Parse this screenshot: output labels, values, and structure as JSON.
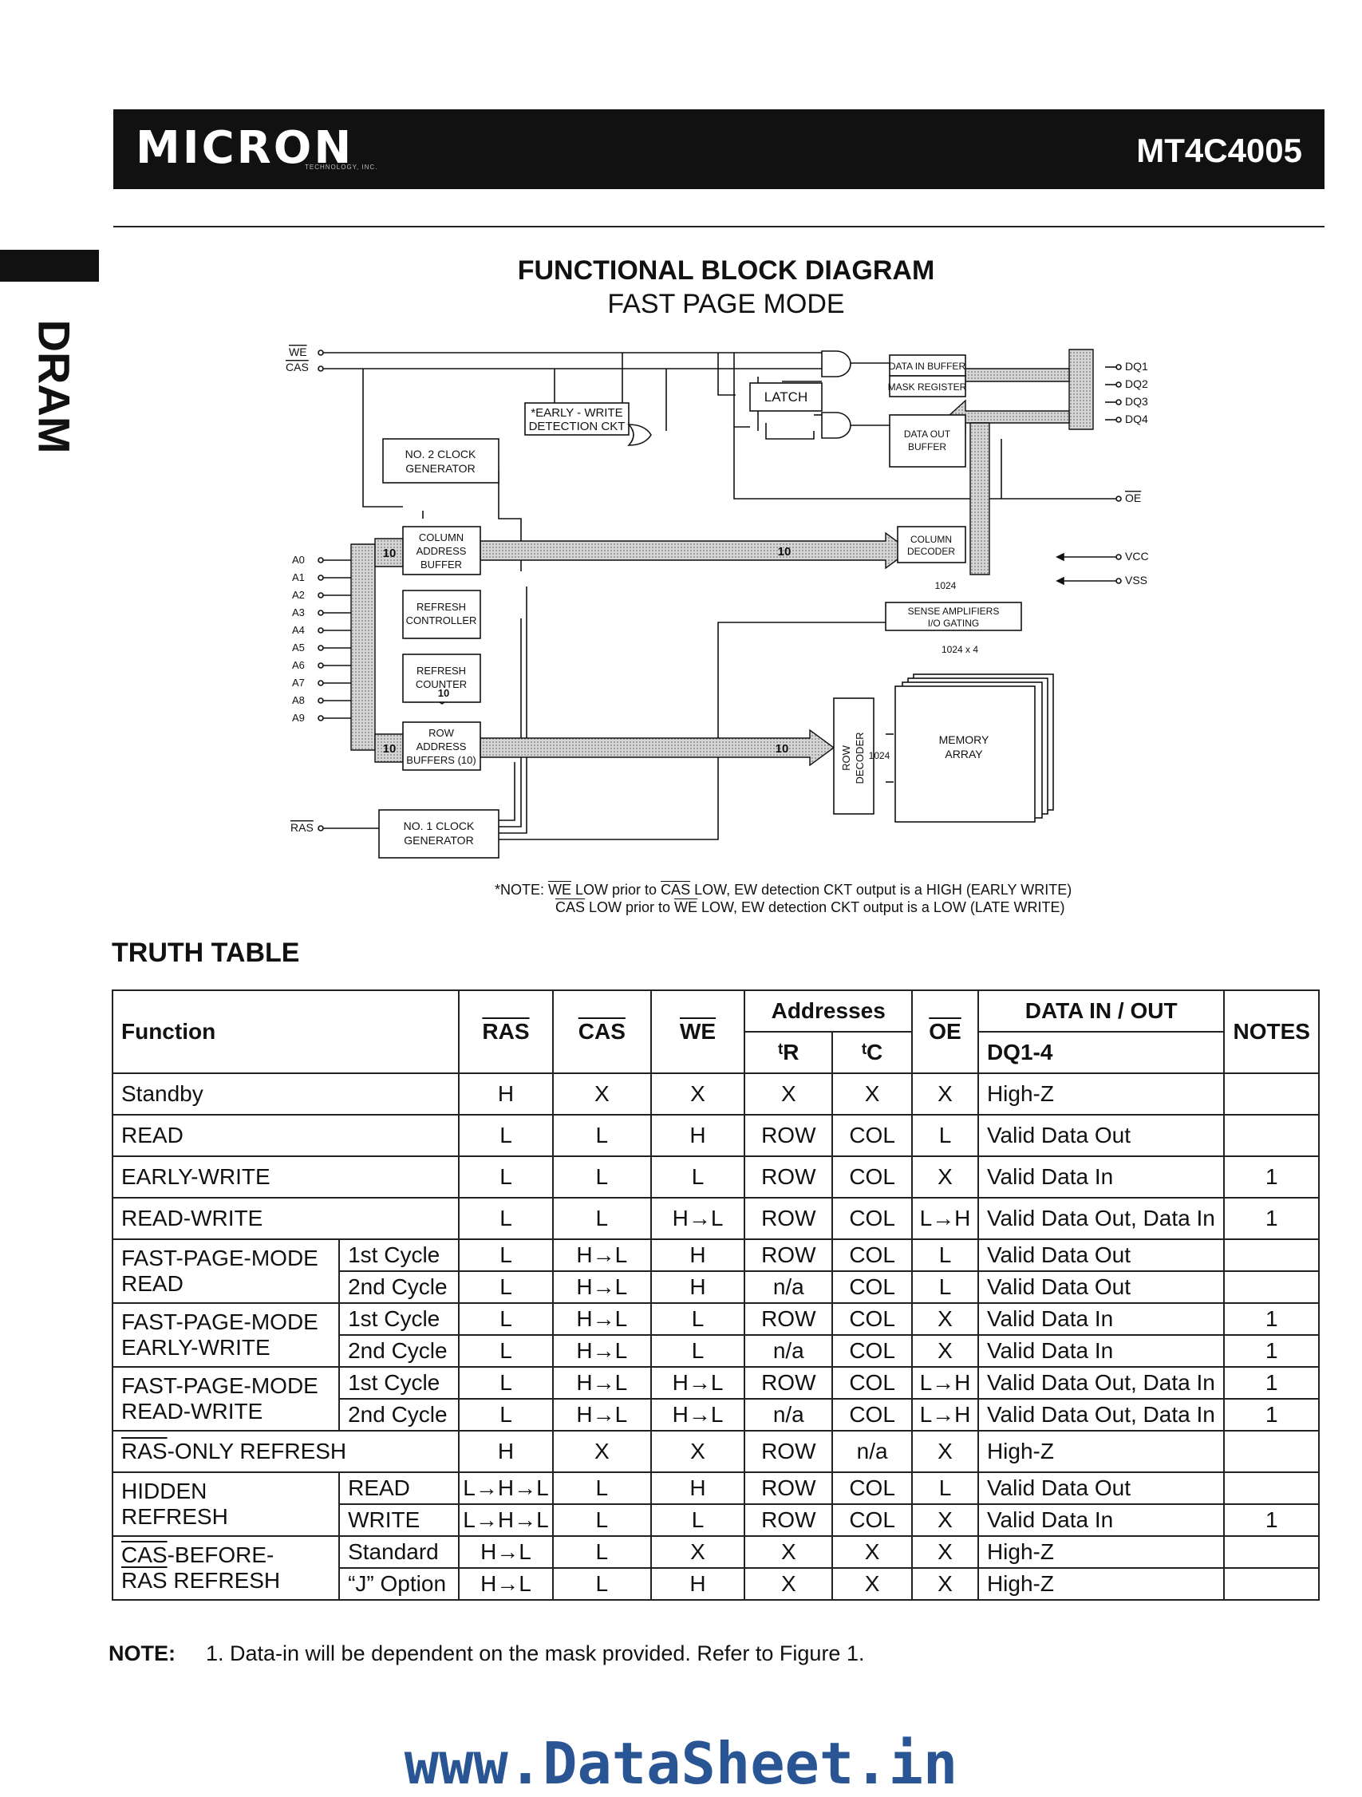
{
  "header": {
    "logo": "MICRON",
    "logo_sub": "TECHNOLOGY, INC.",
    "part_number": "MT4C4005"
  },
  "side_tab": "DRAM",
  "diagram": {
    "title": "FUNCTIONAL BLOCK DIAGRAM",
    "subtitle": "FAST PAGE MODE",
    "signals": {
      "we": "WE",
      "cas": "CAS",
      "ras": "RAS",
      "oe": "OE",
      "vcc": "VCC",
      "vss": "VSS"
    },
    "address_pins": [
      "A0",
      "A1",
      "A2",
      "A3",
      "A4",
      "A5",
      "A6",
      "A7",
      "A8",
      "A9"
    ],
    "dq_pins": [
      "DQ1",
      "DQ2",
      "DQ3",
      "DQ4"
    ],
    "blocks": {
      "data_in_buffer": "DATA IN BUFFER",
      "mask_register": "MASK REGISTER",
      "latch": "LATCH",
      "early_write": [
        "*EARLY - WRITE",
        "DETECTION CKT"
      ],
      "data_out_buffer": [
        "DATA OUT",
        "BUFFER"
      ],
      "no2_clock": [
        "NO. 2 CLOCK",
        "GENERATOR"
      ],
      "column_address_buffer": [
        "COLUMN",
        "ADDRESS",
        "BUFFER"
      ],
      "refresh_controller": [
        "REFRESH",
        "CONTROLLER"
      ],
      "refresh_counter": [
        "REFRESH",
        "COUNTER"
      ],
      "row_address_buffers": [
        "ROW",
        "ADDRESS",
        "BUFFERS (10)"
      ],
      "no1_clock": [
        "NO. 1 CLOCK",
        "GENERATOR"
      ],
      "column_decoder": [
        "COLUMN",
        "DECODER"
      ],
      "sense_amplifiers": [
        "SENSE AMPLIFIERS",
        "I/O GATING"
      ],
      "row_decoder": [
        "ROW",
        "DECODER"
      ],
      "memory_array": [
        "MEMORY",
        "ARRAY"
      ]
    },
    "bus_labels": {
      "bus10": "10",
      "col_1024": "1024",
      "col_1024x4": "1024 x 4",
      "row_1024": "1024"
    },
    "note_lead": "*NOTE:",
    "note_line1": [
      "WE",
      " LOW prior to ",
      "CAS",
      " LOW,  EW detection CKT output is a HIGH (EARLY WRITE)"
    ],
    "note_line2": [
      "CAS",
      " LOW prior to ",
      "WE",
      " LOW,  EW detection CKT output is a LOW (LATE WRITE)"
    ]
  },
  "truth_table": {
    "title": "TRUTH TABLE",
    "headers": {
      "function": "Function",
      "ras": "RAS",
      "cas": "CAS",
      "we": "WE",
      "addresses": "Addresses",
      "tr": "ᵗR",
      "tc": "ᵗC",
      "oe": "OE",
      "data": "DATA IN / OUT",
      "dq": "DQ1-4",
      "notes": "NOTES"
    },
    "rows": [
      {
        "f1": "Standby",
        "v": [
          "H",
          "X",
          "X",
          "X",
          "X",
          "X",
          "High-Z",
          ""
        ]
      },
      {
        "f1": "READ",
        "v": [
          "L",
          "L",
          "H",
          "ROW",
          "COL",
          "L",
          "Valid Data Out",
          ""
        ]
      },
      {
        "f1": "EARLY-WRITE",
        "v": [
          "L",
          "L",
          "L",
          "ROW",
          "COL",
          "X",
          "Valid Data In",
          "1"
        ]
      },
      {
        "f1": "READ-WRITE",
        "v": [
          "L",
          "L",
          "H→L",
          "ROW",
          "COL",
          "L→H",
          "Valid Data Out, Data In",
          "1"
        ]
      }
    ],
    "groups": [
      {
        "f1": "FAST-PAGE-MODE",
        "f2": "READ",
        "rows": [
          {
            "sub": "1st Cycle",
            "v": [
              "L",
              "H→L",
              "H",
              "ROW",
              "COL",
              "L",
              "Valid Data Out",
              ""
            ]
          },
          {
            "sub": "2nd Cycle",
            "v": [
              "L",
              "H→L",
              "H",
              "n/a",
              "COL",
              "L",
              "Valid Data Out",
              ""
            ]
          }
        ]
      },
      {
        "f1": "FAST-PAGE-MODE",
        "f2": "EARLY-WRITE",
        "rows": [
          {
            "sub": "1st Cycle",
            "v": [
              "L",
              "H→L",
              "L",
              "ROW",
              "COL",
              "X",
              "Valid Data In",
              "1"
            ]
          },
          {
            "sub": "2nd Cycle",
            "v": [
              "L",
              "H→L",
              "L",
              "n/a",
              "COL",
              "X",
              "Valid Data In",
              "1"
            ]
          }
        ]
      },
      {
        "f1": "FAST-PAGE-MODE",
        "f2": "READ-WRITE",
        "rows": [
          {
            "sub": "1st Cycle",
            "v": [
              "L",
              "H→L",
              "H→L",
              "ROW",
              "COL",
              "L→H",
              "Valid Data Out, Data In",
              "1"
            ]
          },
          {
            "sub": "2nd Cycle",
            "v": [
              "L",
              "H→L",
              "H→L",
              "n/a",
              "COL",
              "L→H",
              "Valid Data Out, Data In",
              "1"
            ]
          }
        ]
      }
    ],
    "ras_only": {
      "f1a": "RAS",
      "f1b": "-ONLY REFRESH",
      "v": [
        "H",
        "X",
        "X",
        "ROW",
        "n/a",
        "X",
        "High-Z",
        ""
      ]
    },
    "hidden": {
      "f1": "HIDDEN",
      "f2": "REFRESH",
      "rows": [
        {
          "sub": "READ",
          "v": [
            "L→H→L",
            "L",
            "H",
            "ROW",
            "COL",
            "L",
            "Valid Data Out",
            ""
          ]
        },
        {
          "sub": "WRITE",
          "v": [
            "L→H→L",
            "L",
            "L",
            "ROW",
            "COL",
            "X",
            "Valid Data In",
            "1"
          ]
        }
      ]
    },
    "cbr": {
      "f1a": "CAS",
      "f1b": "-BEFORE-",
      "f2a": "RAS",
      "f2b": " REFRESH",
      "rows": [
        {
          "sub": "Standard",
          "v": [
            "H→L",
            "L",
            "X",
            "X",
            "X",
            "X",
            "High-Z",
            ""
          ]
        },
        {
          "sub": "“J” Option",
          "v": [
            "H→L",
            "L",
            "H",
            "X",
            "X",
            "X",
            "High-Z",
            ""
          ]
        }
      ]
    }
  },
  "note": {
    "label": "NOTE:",
    "text": "1.  Data-in will be dependent on the mask provided. Refer to Figure 1."
  },
  "watermark": "www.DataSheet.in"
}
